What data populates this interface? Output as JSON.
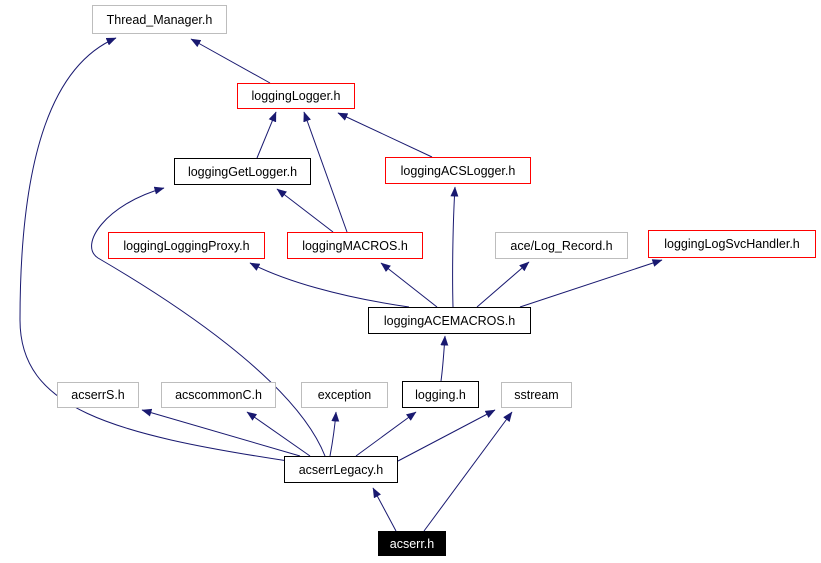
{
  "diagram": {
    "kind": "include-dependency-graph",
    "root_file": "acserr.h",
    "colors": {
      "background": "#ffffff",
      "edge": "#191970",
      "border_documented": "#000000",
      "border_truncated": "#ff0000",
      "border_external": "#bdbdbd",
      "root_fill": "#000000",
      "root_text": "#ffffff"
    },
    "nodes": [
      {
        "id": "thread_manager",
        "label": "Thread_Manager.h",
        "style": "gray"
      },
      {
        "id": "logging_logger",
        "label": "loggingLogger.h",
        "style": "red"
      },
      {
        "id": "logging_get_logger",
        "label": "loggingGetLogger.h",
        "style": "black"
      },
      {
        "id": "logging_acs_logger",
        "label": "loggingACSLogger.h",
        "style": "red"
      },
      {
        "id": "logging_proxy",
        "label": "loggingLoggingProxy.h",
        "style": "red"
      },
      {
        "id": "logging_macros",
        "label": "loggingMACROS.h",
        "style": "red"
      },
      {
        "id": "ace_log_record",
        "label": "ace/Log_Record.h",
        "style": "gray"
      },
      {
        "id": "logging_svc_handler",
        "label": "loggingLogSvcHandler.h",
        "style": "red"
      },
      {
        "id": "logging_ace_macros",
        "label": "loggingACEMACROS.h",
        "style": "black"
      },
      {
        "id": "acserr_s",
        "label": "acserrS.h",
        "style": "gray"
      },
      {
        "id": "acscommon_c",
        "label": "acscommonC.h",
        "style": "gray"
      },
      {
        "id": "exception",
        "label": "exception",
        "style": "gray"
      },
      {
        "id": "logging_h",
        "label": "logging.h",
        "style": "black"
      },
      {
        "id": "sstream",
        "label": "sstream",
        "style": "gray"
      },
      {
        "id": "acserr_legacy",
        "label": "acserrLegacy.h",
        "style": "black"
      },
      {
        "id": "acserr",
        "label": "acserr.h",
        "style": "filled"
      }
    ],
    "edges": [
      {
        "from": "acserr",
        "to": "acserrLegacy.h"
      },
      {
        "from": "acserr",
        "to": "sstream"
      },
      {
        "from": "acserrLegacy.h",
        "to": "acserrS.h"
      },
      {
        "from": "acserrLegacy.h",
        "to": "acscommonC.h"
      },
      {
        "from": "acserrLegacy.h",
        "to": "exception"
      },
      {
        "from": "acserrLegacy.h",
        "to": "logging.h"
      },
      {
        "from": "acserrLegacy.h",
        "to": "sstream"
      },
      {
        "from": "acserrLegacy.h",
        "to": "Thread_Manager.h"
      },
      {
        "from": "acserrLegacy.h",
        "to": "loggingGetLogger.h"
      },
      {
        "from": "logging.h",
        "to": "loggingACEMACROS.h"
      },
      {
        "from": "loggingACEMACROS.h",
        "to": "loggingLoggingProxy.h"
      },
      {
        "from": "loggingACEMACROS.h",
        "to": "loggingMACROS.h"
      },
      {
        "from": "loggingACEMACROS.h",
        "to": "loggingACSLogger.h"
      },
      {
        "from": "loggingACEMACROS.h",
        "to": "ace/Log_Record.h"
      },
      {
        "from": "loggingACEMACROS.h",
        "to": "loggingLogSvcHandler.h"
      },
      {
        "from": "loggingMACROS.h",
        "to": "loggingLogger.h"
      },
      {
        "from": "loggingMACROS.h",
        "to": "loggingGetLogger.h"
      },
      {
        "from": "loggingGetLogger.h",
        "to": "loggingLogger.h"
      },
      {
        "from": "loggingACSLogger.h",
        "to": "loggingLogger.h"
      },
      {
        "from": "loggingLogger.h",
        "to": "Thread_Manager.h"
      }
    ]
  }
}
